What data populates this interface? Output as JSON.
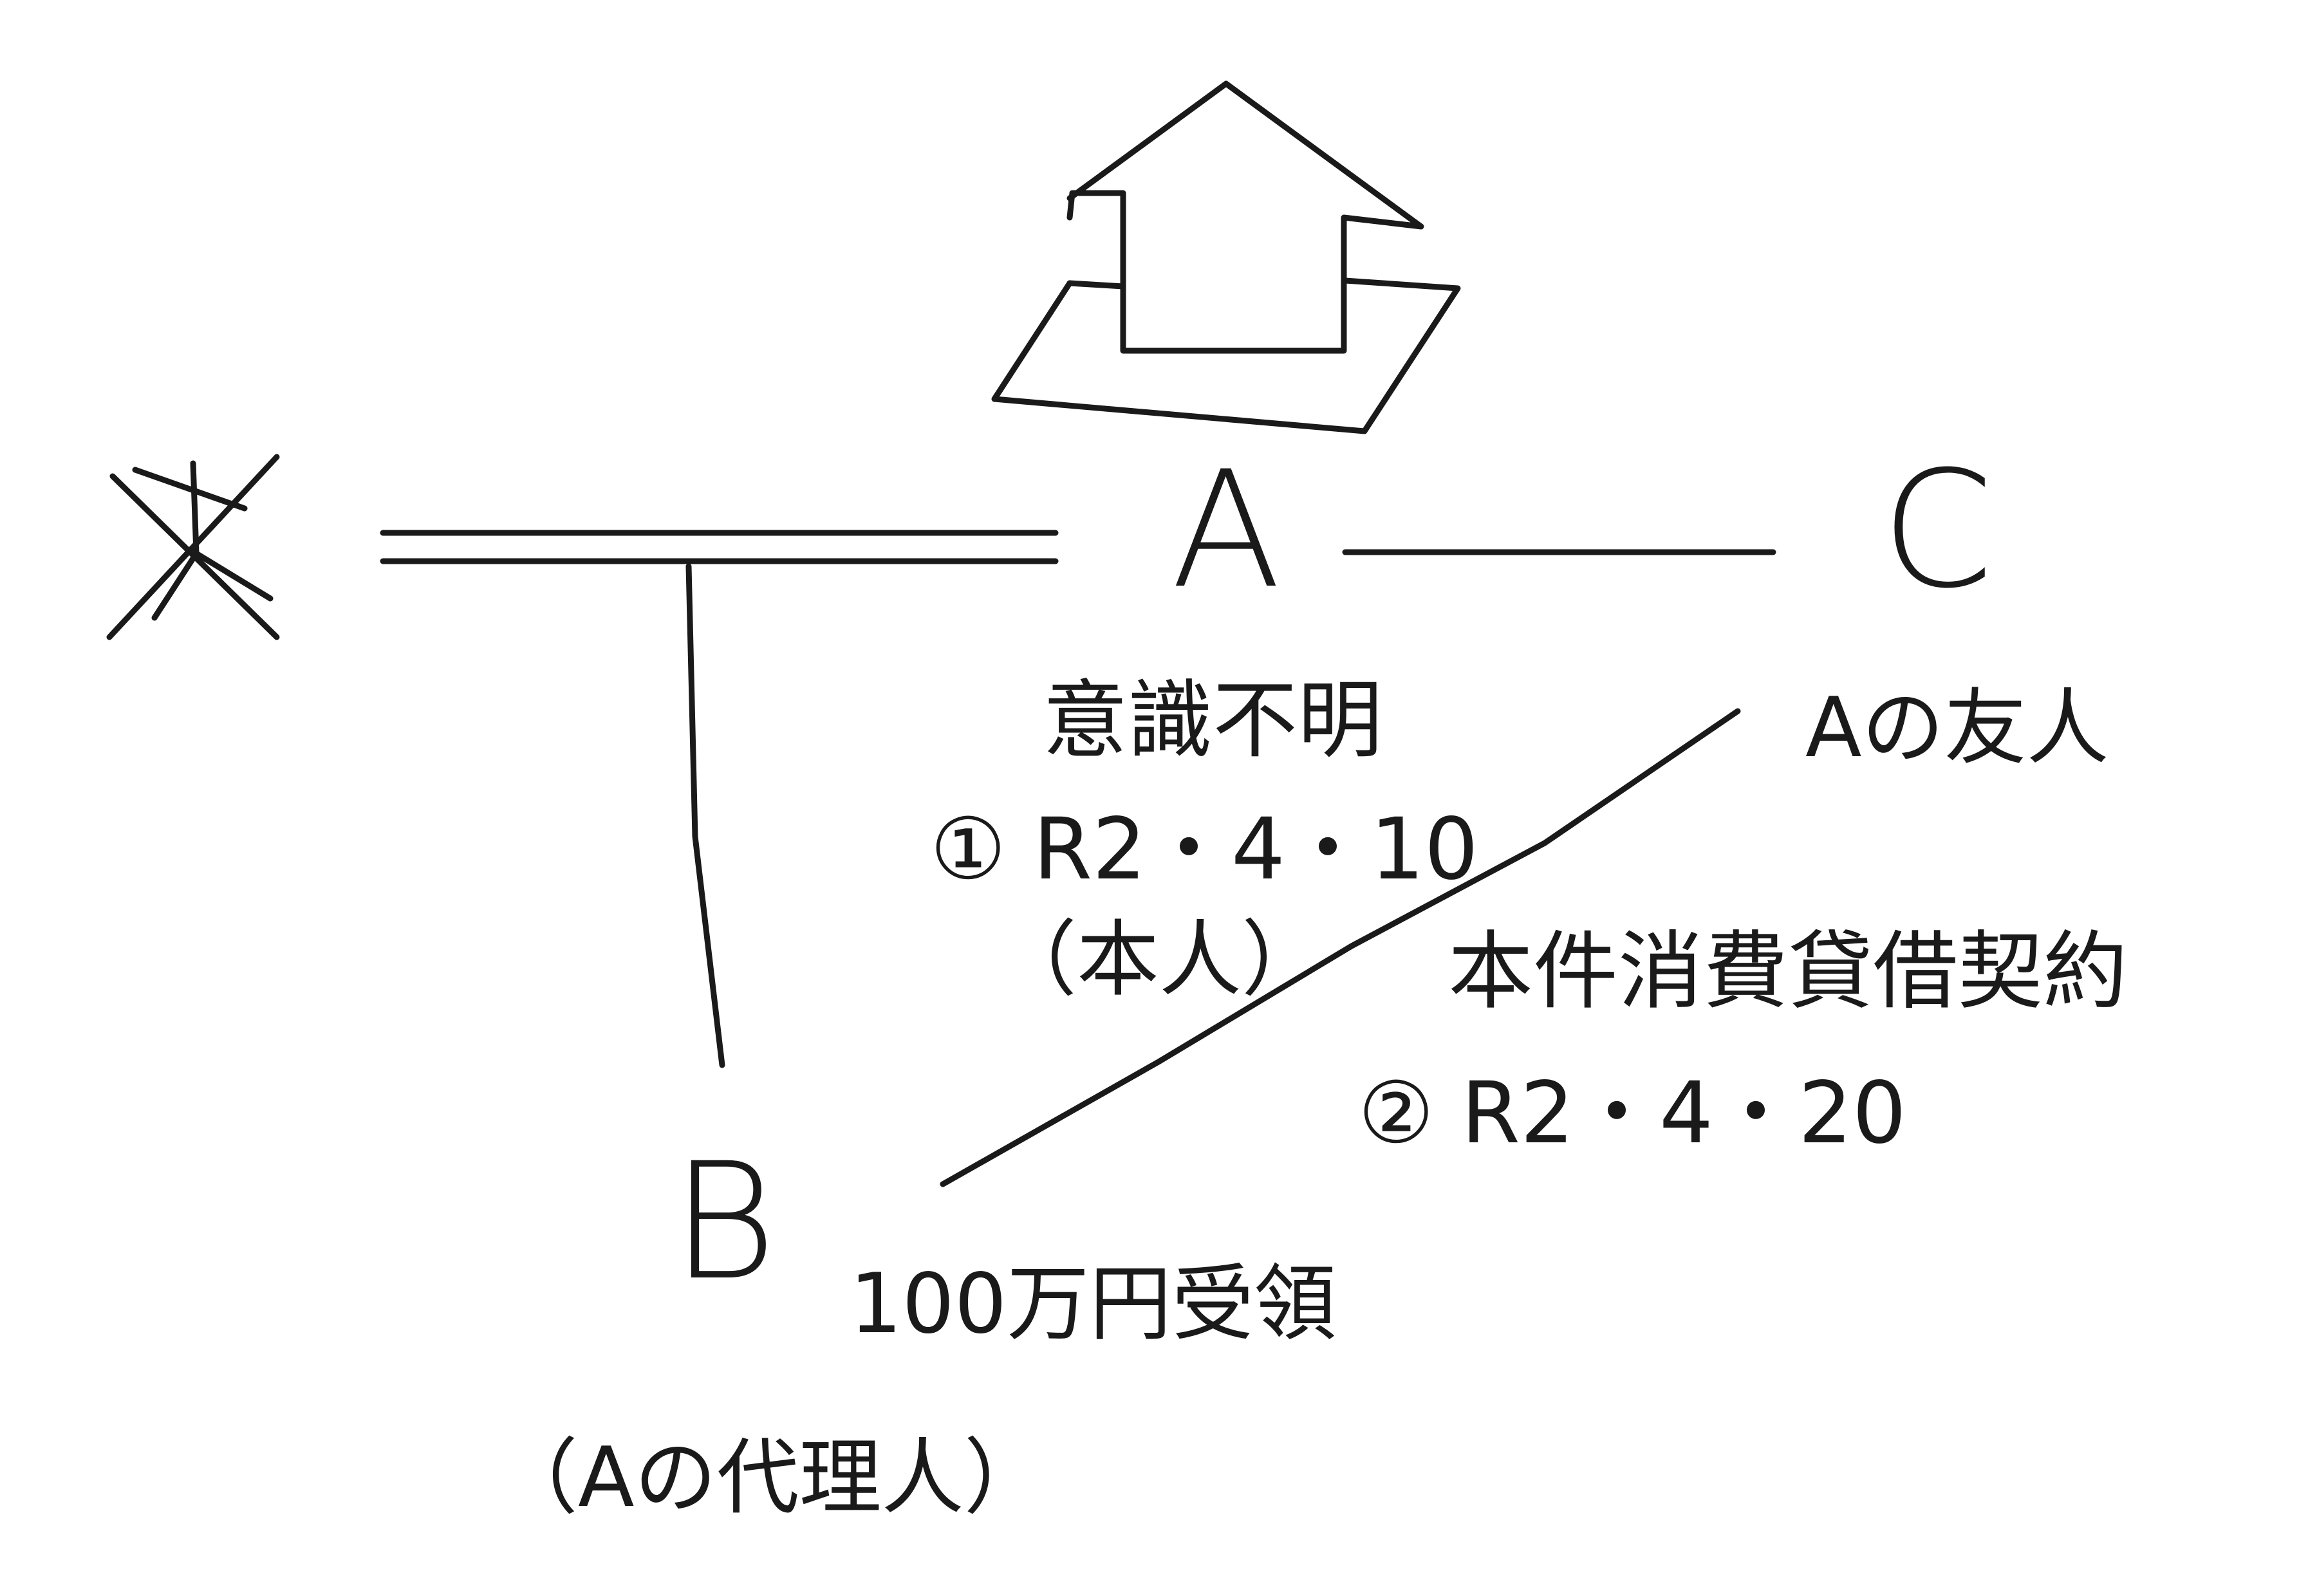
{
  "parties": {
    "deceased_marker": "",
    "A": "A",
    "B": "B",
    "C": "C"
  },
  "labels": {
    "a_condition": "意識不明",
    "event_1_date": "① R2・4・10",
    "event_1_note": "（本人）",
    "c_relation": "Aの友人",
    "contract_name": "本件消費貸借契約",
    "event_2_date": "② R2・4・20",
    "b_received": "100万円受領",
    "b_role": "（Aの代理人）"
  },
  "icons": {
    "property": "house-on-land-icon",
    "deceased": "crossed-out-father-icon"
  },
  "colors": {
    "ink": "#1a1a1a",
    "paper": "#ffffff"
  }
}
